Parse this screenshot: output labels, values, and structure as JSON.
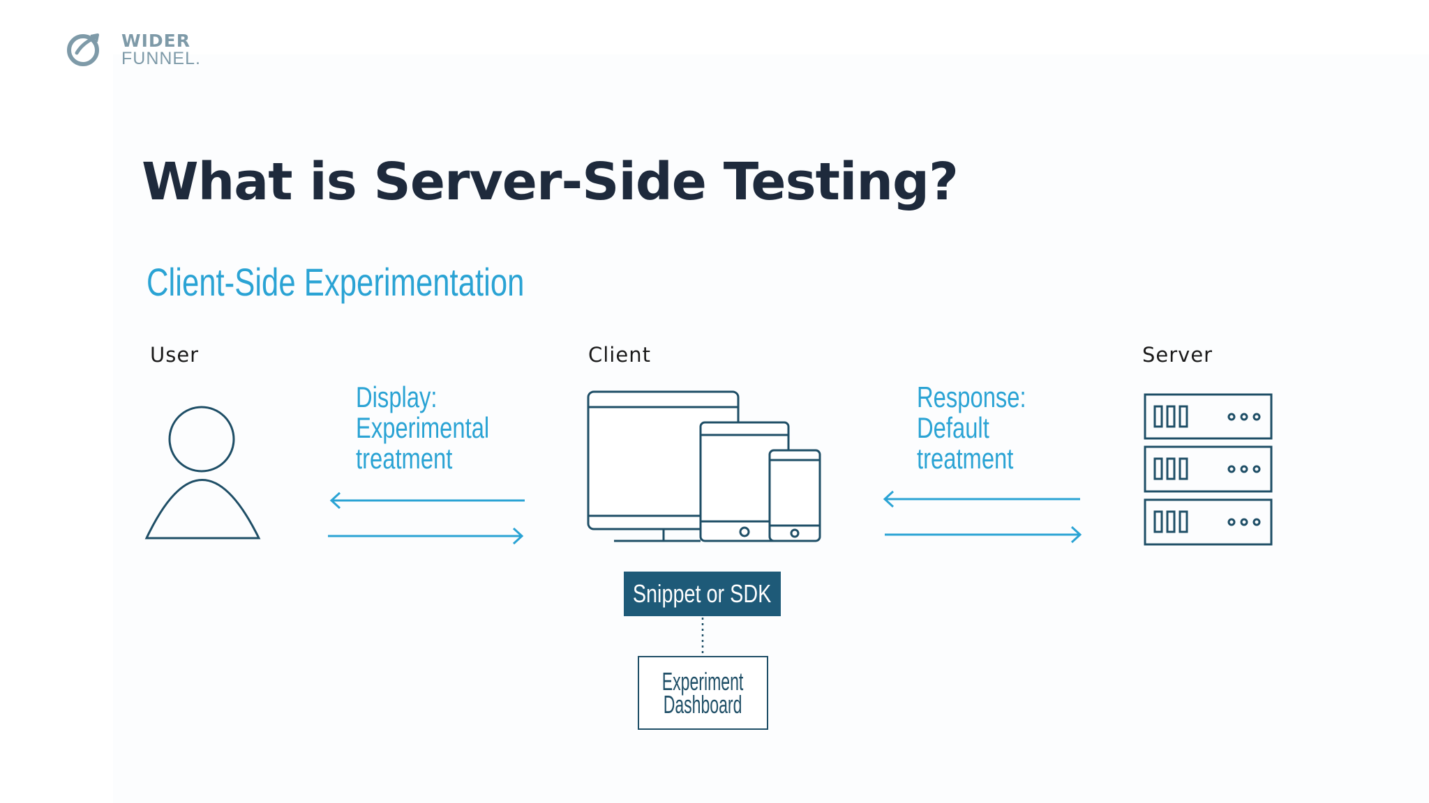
{
  "logo": {
    "line1": "WIDER",
    "line2": "FUNNEL."
  },
  "title": "What is Server-Side Testing?",
  "subtitle": "Client-Side Experimentation",
  "columns": {
    "user": "User",
    "client": "Client",
    "server": "Server"
  },
  "flows": {
    "left": {
      "line1": "Display:",
      "line2": "Experimental",
      "line3": "treatment"
    },
    "right": {
      "line1": "Response:",
      "line2": "Default",
      "line3": "treatment"
    }
  },
  "boxes": {
    "snippet": "Snippet or SDK",
    "dashboard_line1": "Experiment",
    "dashboard_line2": "Dashboard"
  },
  "colors": {
    "accent": "#2aa3d4",
    "line": "#1e4e66",
    "box_fill": "#1e5a78",
    "title": "#1e2a3c",
    "logo": "#7e9aa8"
  }
}
